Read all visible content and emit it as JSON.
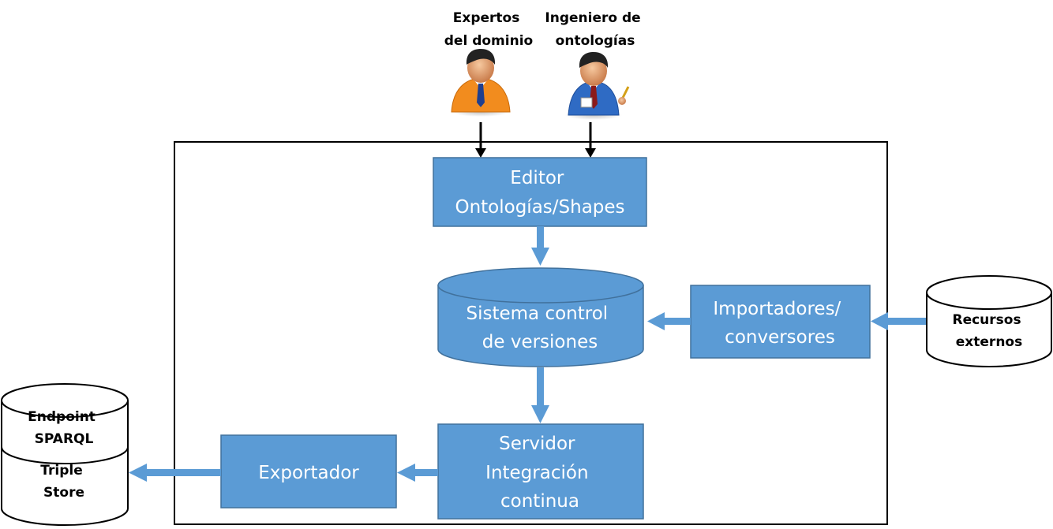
{
  "actors": [
    {
      "id": "domain-experts",
      "label_lines": [
        "Expertos",
        "del dominio"
      ],
      "suit_color": "#F28C1E"
    },
    {
      "id": "ontology-engineer",
      "label_lines": [
        "Ingeniero de",
        "ontologías"
      ],
      "suit_color": "#2F6BC4"
    }
  ],
  "editor": {
    "lines": [
      "Editor",
      "Ontologías/Shapes"
    ]
  },
  "version_control": {
    "lines": [
      "Sistema control",
      "de  versiones"
    ]
  },
  "importers": {
    "lines": [
      "Importadores/",
      "conversores"
    ]
  },
  "external_resources": {
    "lines": [
      "Recursos",
      "externos"
    ]
  },
  "ci_server": {
    "lines": [
      "Servidor",
      "Integración",
      "continua"
    ]
  },
  "exporter": {
    "lines": [
      "Exportador"
    ]
  },
  "endpoint": {
    "top_lines": [
      "Endpoint",
      "SPARQL"
    ],
    "bottom_lines": [
      "Triple",
      "Store"
    ]
  },
  "colors": {
    "box_fill": "#5B9BD5",
    "box_stroke": "#41719C",
    "arrow": "#5B9BD5",
    "black_arrow": "#000000"
  }
}
